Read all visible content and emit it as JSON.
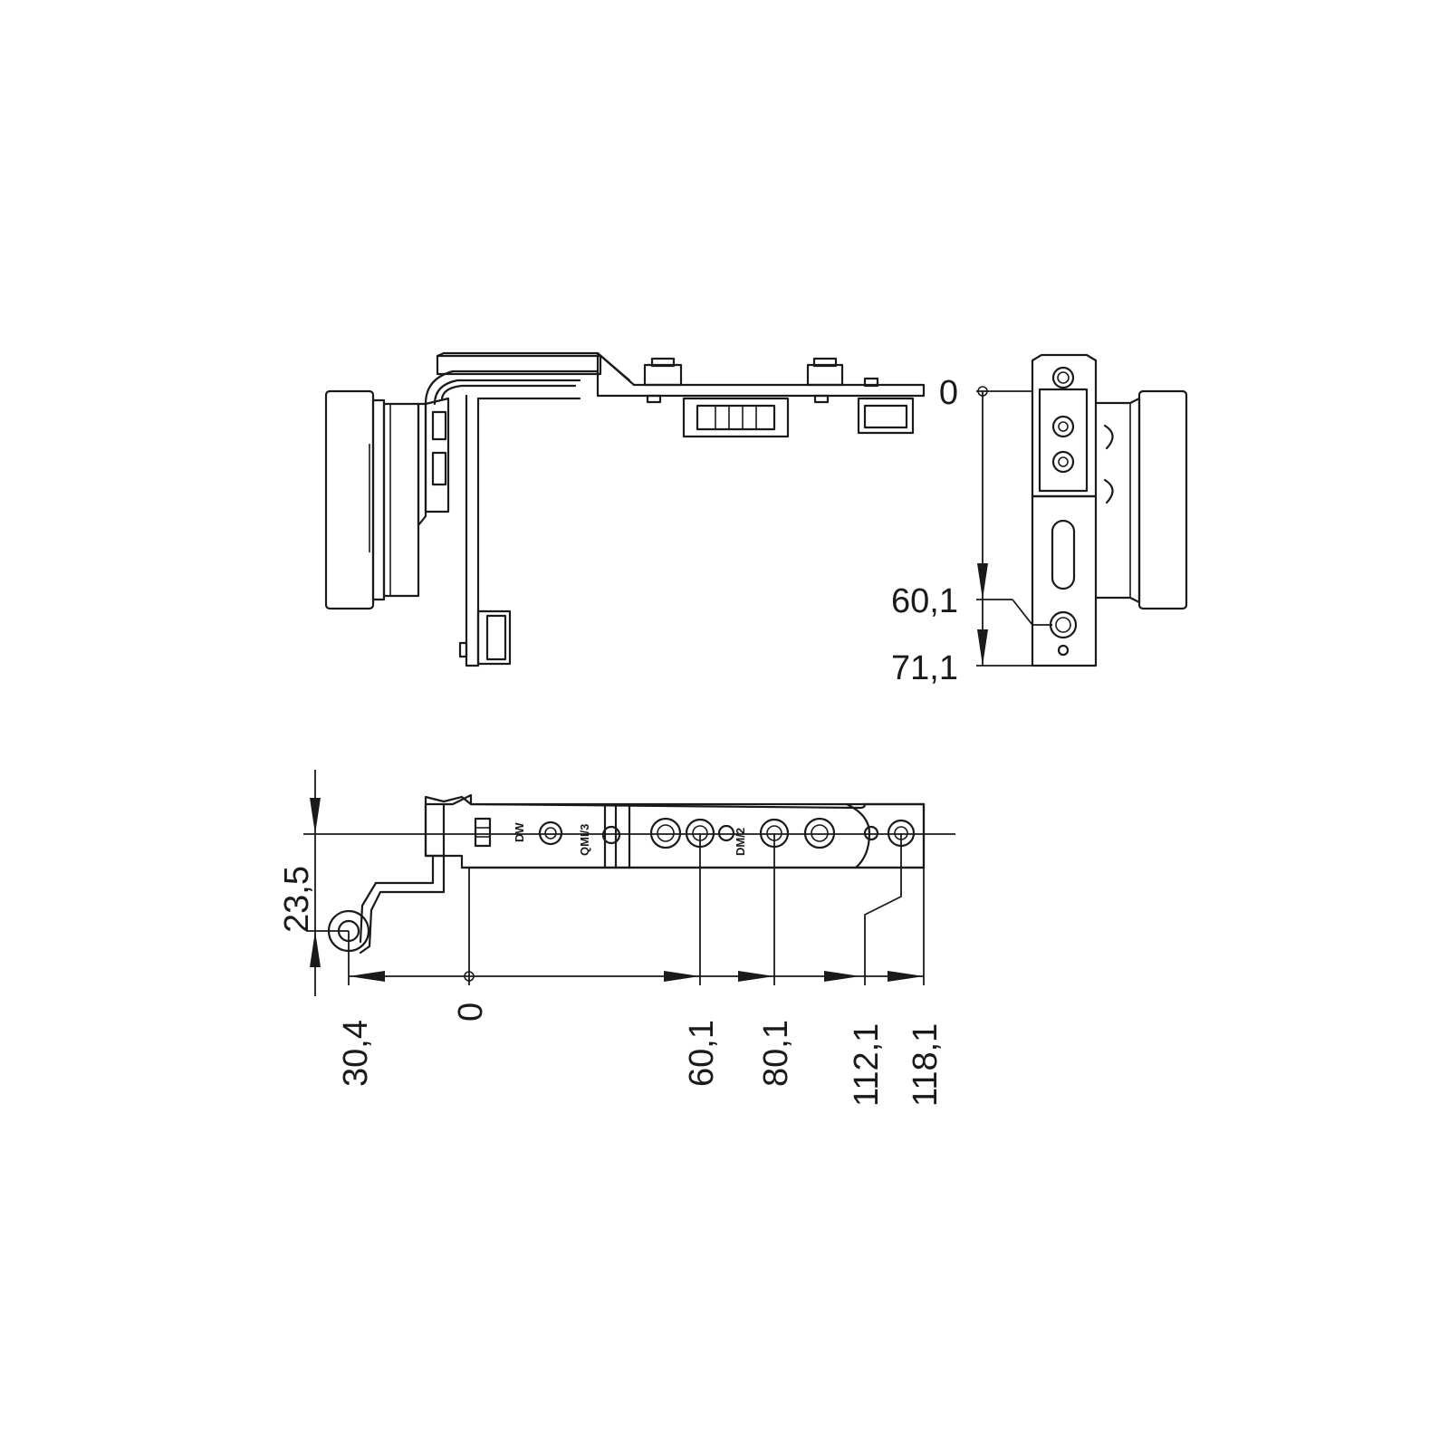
{
  "side_view": {
    "dimensions": [
      "0",
      "60,1",
      "71,1"
    ]
  },
  "bottom_view": {
    "height_dimension": "23,5",
    "horizontal_dimensions": [
      "30,4",
      "0",
      "60,1",
      "80,1",
      "112,1",
      "118,1"
    ],
    "part_markings": [
      "DW",
      "QMI/3",
      "DM/2"
    ]
  }
}
